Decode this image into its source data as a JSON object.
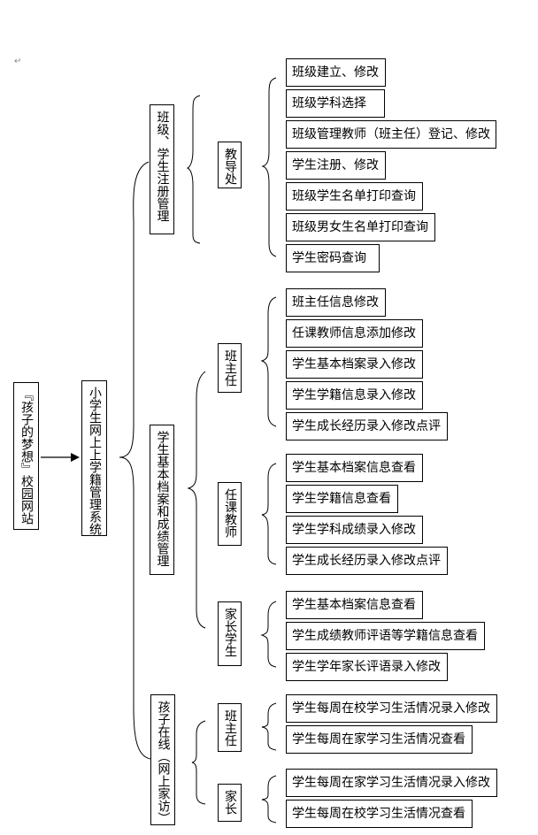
{
  "paragraph_mark": "↵",
  "root": {
    "label": "『孩子的梦想』校园网站"
  },
  "system": {
    "label": "小学生网上上学籍管理系统"
  },
  "modules": [
    {
      "label": "班级、学生注册管理",
      "roles": [
        {
          "label": "教导处",
          "functions": [
            "班级建立、修改",
            "班级学科选择",
            "班级管理教师（班主任）登记、修改",
            "学生注册、修改",
            "班级学生名单打印查询",
            "班级男女生名单打印查询",
            "学生密码查询"
          ]
        }
      ]
    },
    {
      "label": "学生基本档案和成绩管理",
      "roles": [
        {
          "label": "班主任",
          "functions": [
            "班主任信息修改",
            "任课教师信息添加修改",
            "学生基本档案录入修改",
            "学生学籍信息录入修改",
            "学生成长经历录入修改点评"
          ]
        },
        {
          "label": "任课教师",
          "functions": [
            "学生基本档案信息查看",
            "学生学籍信息查看",
            "学生学科成绩录入修改",
            "学生成长经历录入修改点评"
          ]
        },
        {
          "label": "家长学生",
          "functions": [
            "学生基本档案信息查看",
            "学生成绩教师评语等学籍信息查看",
            "学生学年家长评语录入修改"
          ]
        }
      ]
    },
    {
      "label": "孩子在线（网上家访）",
      "roles": [
        {
          "label": "班主任",
          "functions": [
            "学生每周在校学习生活情况录入修改",
            "学生每周在家学习生活情况查看"
          ]
        },
        {
          "label": "家长",
          "functions": [
            "学生每周在家学习生活情况录入修改",
            "学生每周在校学习生活情况查看"
          ]
        }
      ]
    }
  ]
}
